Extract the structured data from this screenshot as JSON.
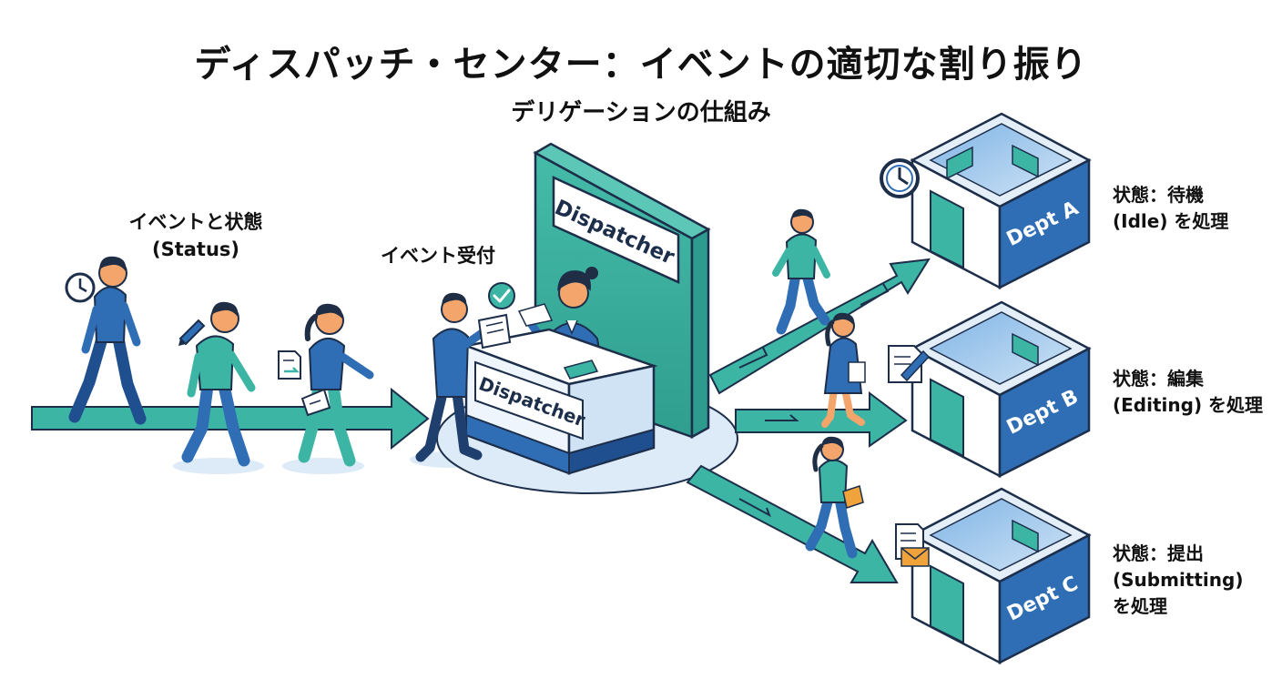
{
  "title": "ディスパッチ・センター：イベントの適切な割り振り",
  "subtitle": "デリゲーションの仕組み",
  "event_label": {
    "line1": "イベントと状態",
    "line2": "(Status)"
  },
  "reception_label": "イベント受付",
  "dispatcher": {
    "sign": "Dispatcher",
    "desk": "Dispatcher"
  },
  "departments": [
    {
      "name": "Dept A",
      "status_line1": "状態：待機",
      "status_line2": "(Idle) を処理",
      "status_line3": "",
      "icon": "clock-icon"
    },
    {
      "name": "Dept B",
      "status_line1": "状態：編集",
      "status_line2": "(Editing) を処理",
      "status_line3": "",
      "icon": "edit-document-icon"
    },
    {
      "name": "Dept C",
      "status_line1": "状態：提出",
      "status_line2": "(Submitting)",
      "status_line3": "を処理",
      "icon": "mail-document-icon"
    }
  ],
  "incoming_icons": [
    "clock-icon",
    "pencil-icon",
    "document-arrow-icon"
  ],
  "colors": {
    "teal": "#3cb5a5",
    "teal_dark": "#2d9c8e",
    "blue": "#2f6db5",
    "navy": "#1f3f6e",
    "light_blue": "#dcebf7",
    "outline": "#1c2e4a"
  }
}
